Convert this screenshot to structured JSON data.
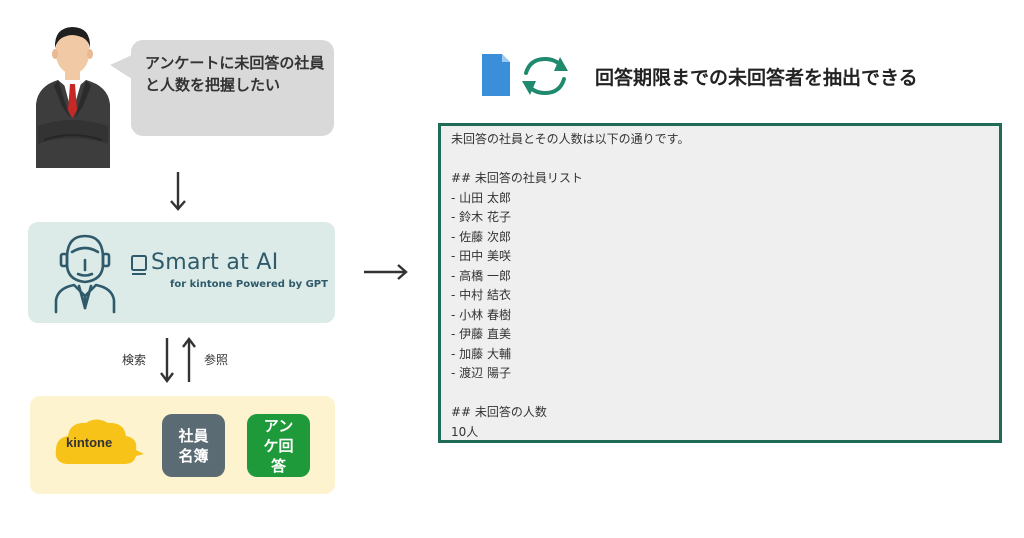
{
  "bubble": {
    "text": "アンケートに未回答の社員と人数を把握したい"
  },
  "ai_tool": {
    "name": "Smart at AI",
    "subtitle": "for kintone Powered by GPT"
  },
  "flow_labels": {
    "search": "検索",
    "reference": "参照"
  },
  "sources": {
    "kintone": "kintone",
    "employee_directory": "社員名簿",
    "survey_answers": "アンケ回答"
  },
  "headline": "回答期限までの未回答者を抽出できる",
  "result": {
    "lines": [
      "未回答の社員とその人数は以下の通りです。",
      "",
      "## 未回答の社員リスト",
      "- 山田 太郎",
      "- 鈴木 花子",
      "- 佐藤 次郎",
      "- 田中 美咲",
      "- 高橋 一郎",
      "- 中村 結衣",
      "- 小林 春樹",
      "- 伊藤 直美",
      "- 加藤 大輔",
      "- 渡辺 陽子",
      "",
      "## 未回答の人数",
      "10人"
    ]
  },
  "colors": {
    "ai_card_bg": "#dcebe7",
    "source_card_bg": "#fdf3cf",
    "result_border": "#1f6b58",
    "employee_tile": "#5b6b73",
    "survey_tile": "#1e9a3b",
    "kintone_cloud": "#f7c319",
    "doc_icon": "#3b8fd9",
    "refresh_icon": "#1f8a6d"
  }
}
